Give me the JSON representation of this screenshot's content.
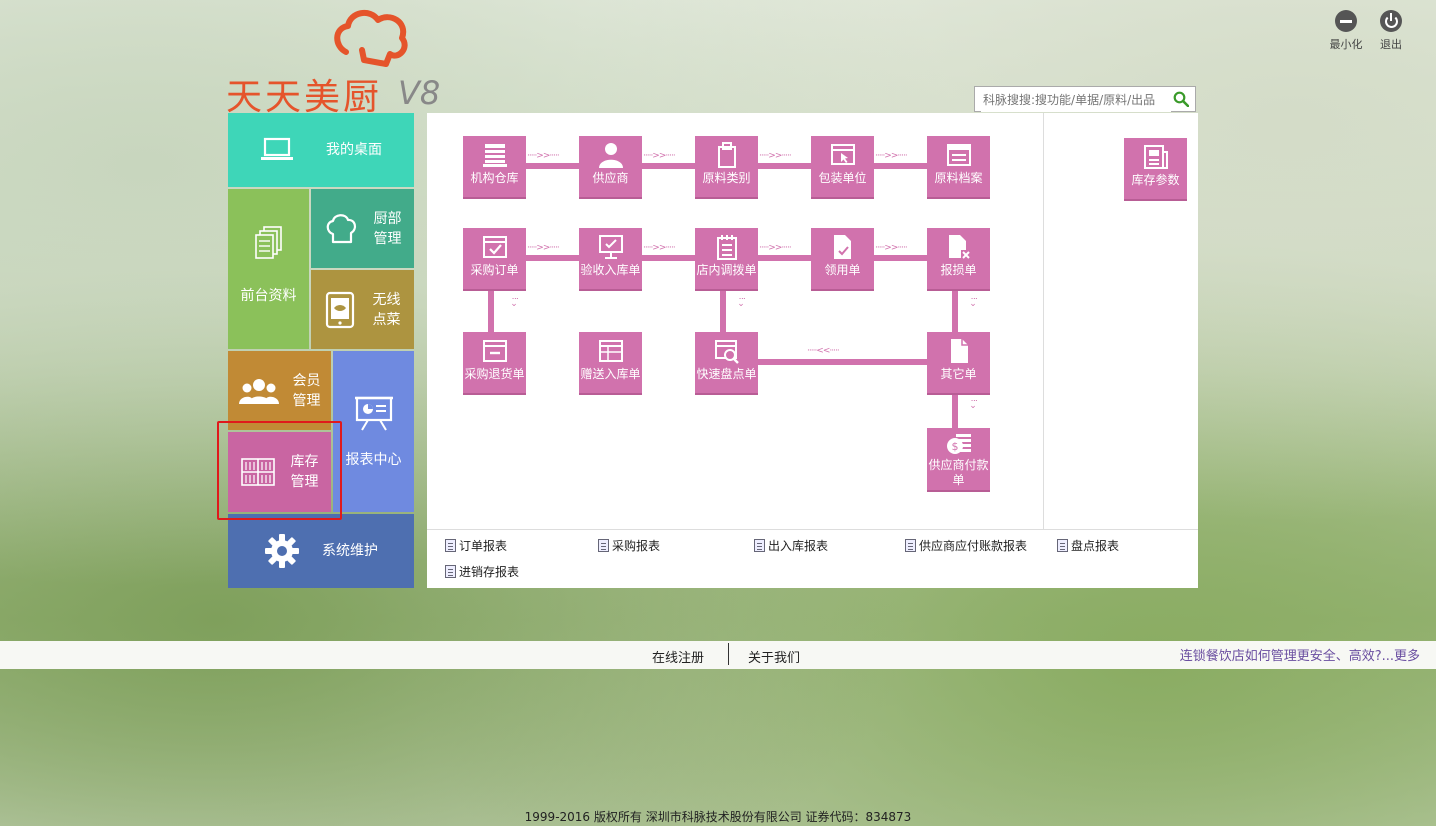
{
  "window": {
    "minimize_label": "最小化",
    "exit_label": "退出"
  },
  "logo": {
    "name": "天天美厨",
    "version": "V8"
  },
  "search": {
    "placeholder": "科脉搜搜:搜功能/单据/原料/出品"
  },
  "tiles": {
    "desktop": "我的桌面",
    "front_data": "前台资料",
    "kitchen_line1": "厨部",
    "kitchen_line2": "管理",
    "wireless_line1": "无线",
    "wireless_line2": "点菜",
    "member_line1": "会员",
    "member_line2": "管理",
    "inventory_line1": "库存",
    "inventory_line2": "管理",
    "reports": "报表中心",
    "system": "系统维护"
  },
  "flow": {
    "org_warehouse": "机构仓库",
    "supplier": "供应商",
    "material_category": "原料类别",
    "packaging_unit": "包装单位",
    "material_archive": "原料档案",
    "purchase_order": "采购订单",
    "receiving_in": "验收入库单",
    "internal_transfer": "店内调拨单",
    "requisition": "领用单",
    "loss_report": "报损单",
    "purchase_return": "采购退货单",
    "gift_in": "赠送入库单",
    "quick_stocktake": "快速盘点单",
    "other_doc": "其它单",
    "supplier_payment_line1": "供应商付款",
    "supplier_payment_line2": "单",
    "inventory_params": "库存参数",
    "arrow_right": "·····>>·····",
    "arrow_left": "·····<<·····",
    "arrow_down": "⁝⌄"
  },
  "reports": {
    "order": "订单报表",
    "purchase": "采购报表",
    "in_out": "出入库报表",
    "supplier_payable": "供应商应付账款报表",
    "stocktake": "盘点报表",
    "purchase_sales_stock": "进销存报表"
  },
  "footer": {
    "register": "在线注册",
    "about": "关于我们",
    "news": "连锁餐饮店如何管理更安全、高效?...更多",
    "copyright": "1999-2016  版权所有   深圳市科脉技术股份有限公司  证券代码：834873"
  },
  "colors": {
    "accent_pink": "#d172ad",
    "desktop_teal": "#3ed6b8",
    "front_green": "#8bc15a",
    "kitchen_teal": "#42ab8a",
    "wireless_olive": "#ad9440",
    "member_brown": "#c18a35",
    "inventory_pink": "#c965a2",
    "reports_blue": "#6f8ae0",
    "system_blue": "#4e6fb0",
    "logo_orange": "#e5542b"
  }
}
